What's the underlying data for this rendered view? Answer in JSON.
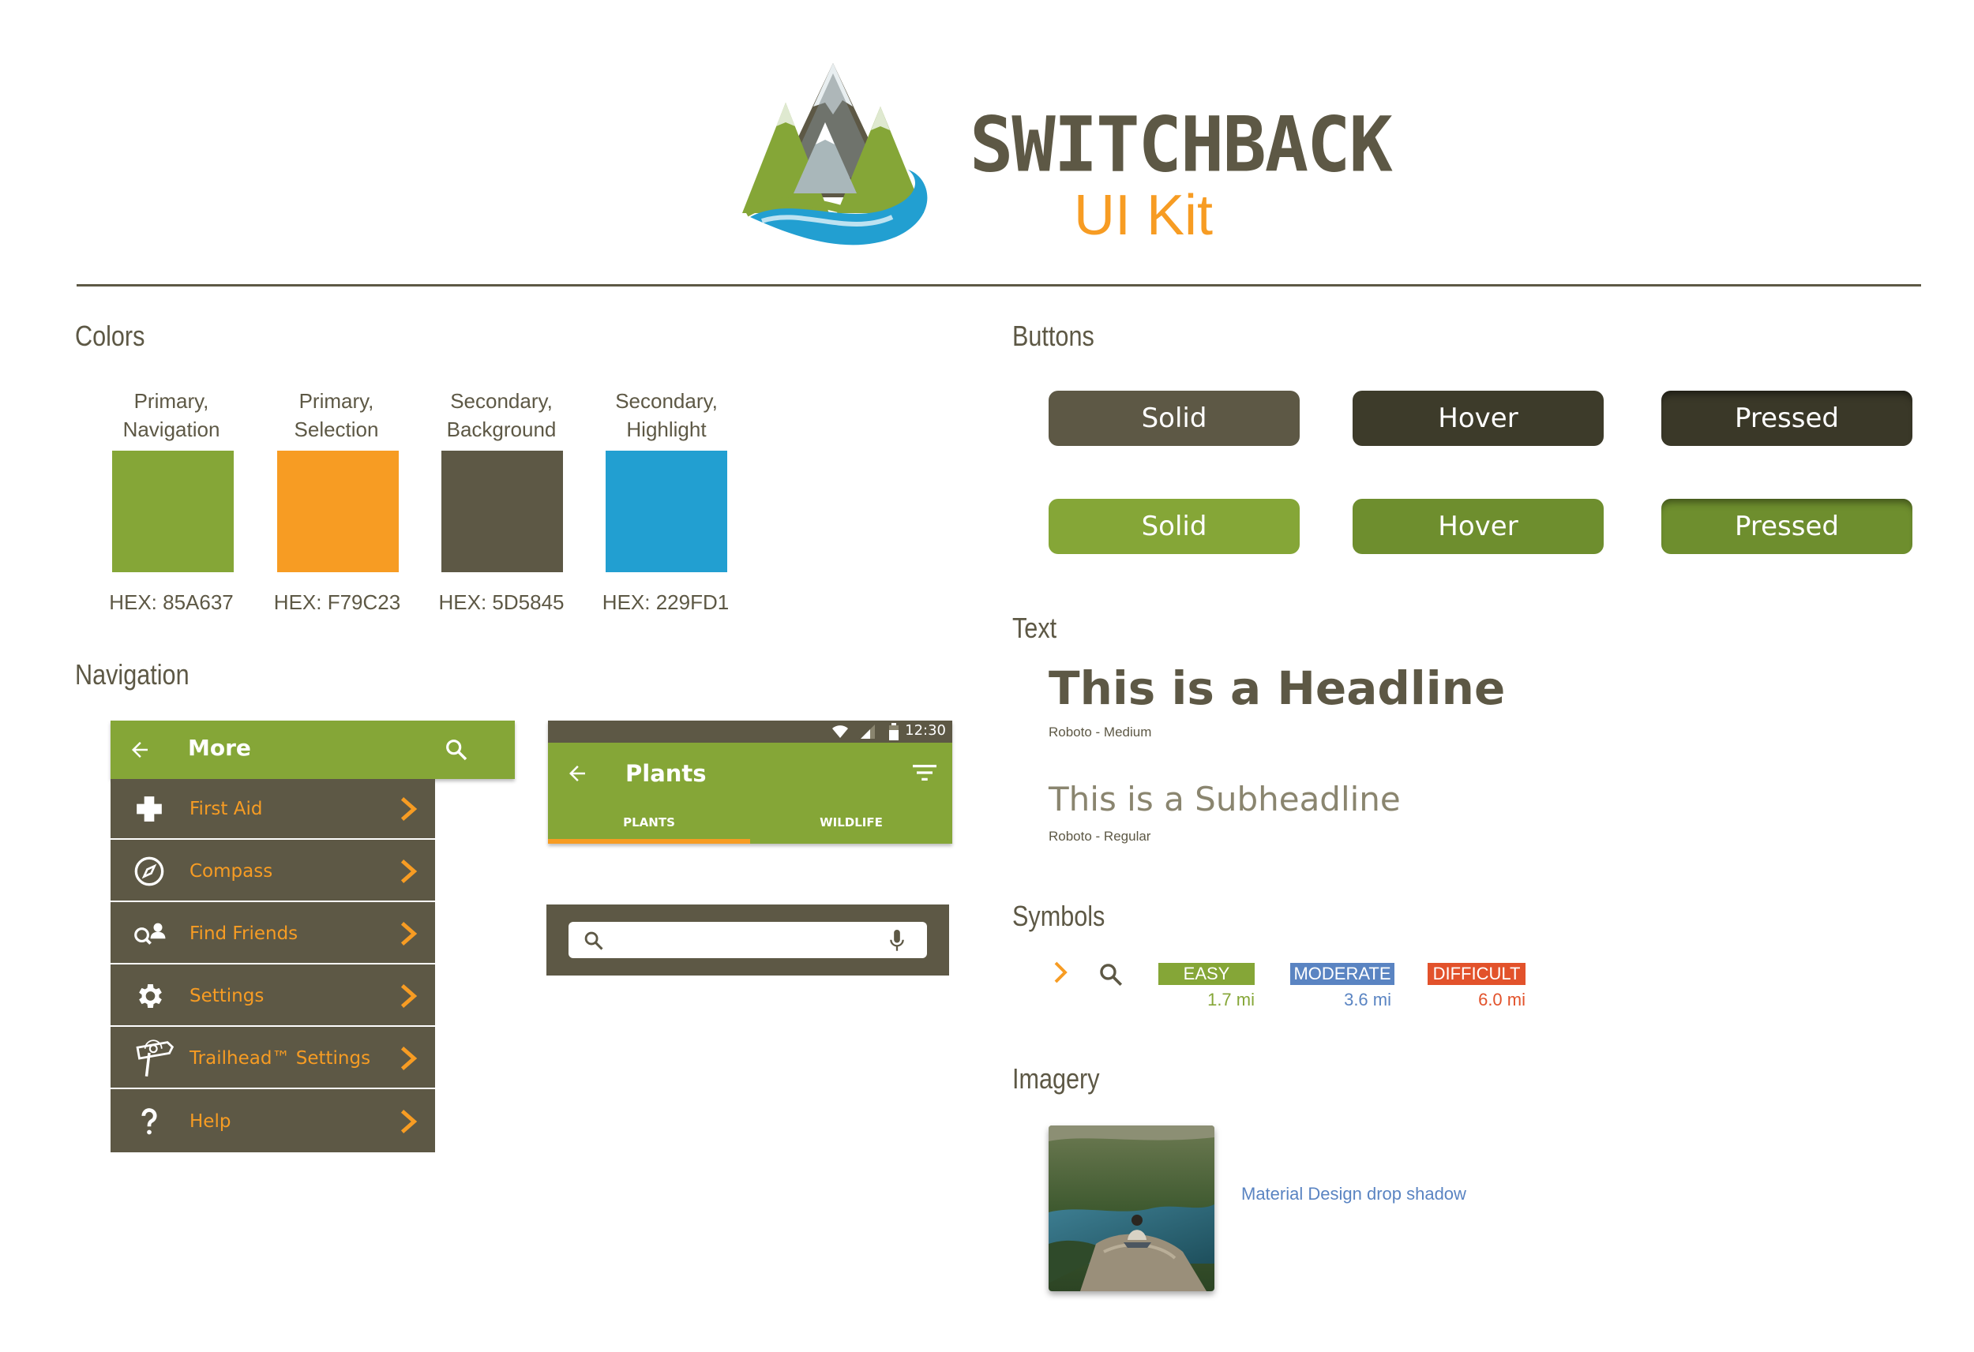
{
  "header": {
    "brand": "SWITCHBACK",
    "subtitle": "UI Kit"
  },
  "colors": {
    "section_title": "Colors",
    "swatches": [
      {
        "label_line1": "Primary,",
        "label_line2": "Navigation",
        "hex_label": "HEX: 85A637",
        "color": "#85A637"
      },
      {
        "label_line1": "Primary,",
        "label_line2": "Selection",
        "hex_label": "HEX: F79C23",
        "color": "#F79C23"
      },
      {
        "label_line1": "Secondary,",
        "label_line2": "Background",
        "hex_label": "HEX: 5D5845",
        "color": "#5D5845"
      },
      {
        "label_line1": "Secondary,",
        "label_line2": "Highlight",
        "hex_label": "HEX: 229FD1",
        "color": "#229FD1"
      }
    ]
  },
  "buttons": {
    "section_title": "Buttons",
    "dark": {
      "solid": "Solid",
      "hover": "Hover",
      "pressed": "Pressed"
    },
    "green": {
      "solid": "Solid",
      "hover": "Hover",
      "pressed": "Pressed"
    }
  },
  "text": {
    "section_title": "Text",
    "headline": "This is a Headline",
    "headline_font": "Roboto - Medium",
    "subheadline": "This is a Subheadline",
    "subheadline_font": "Roboto - Regular"
  },
  "navigation": {
    "section_title": "Navigation",
    "drawer_title": "More",
    "items": [
      {
        "label": "First Aid",
        "icon": "first-aid-icon"
      },
      {
        "label": "Compass",
        "icon": "compass-icon"
      },
      {
        "label": "Find Friends",
        "icon": "find-friends-icon"
      },
      {
        "label": "Settings",
        "icon": "gear-icon"
      },
      {
        "label": "Trailhead™ Settings",
        "icon": "trailhead-sign-icon"
      },
      {
        "label": "Help",
        "icon": "help-icon"
      }
    ],
    "phone": {
      "time": "12:30",
      "title": "Plants",
      "tabs": [
        "PLANTS",
        "WILDLIFE"
      ]
    }
  },
  "symbols": {
    "section_title": "Symbols",
    "difficulty": [
      {
        "label": "EASY",
        "distance": "1.7 mi",
        "color": "#85A637"
      },
      {
        "label": "MODERATE",
        "distance": "3.6 mi",
        "color": "#5A84C2"
      },
      {
        "label": "DIFFICULT",
        "distance": "6.0 mi",
        "color": "#E2522B"
      }
    ]
  },
  "imagery": {
    "section_title": "Imagery",
    "caption": "Material Design drop shadow"
  }
}
